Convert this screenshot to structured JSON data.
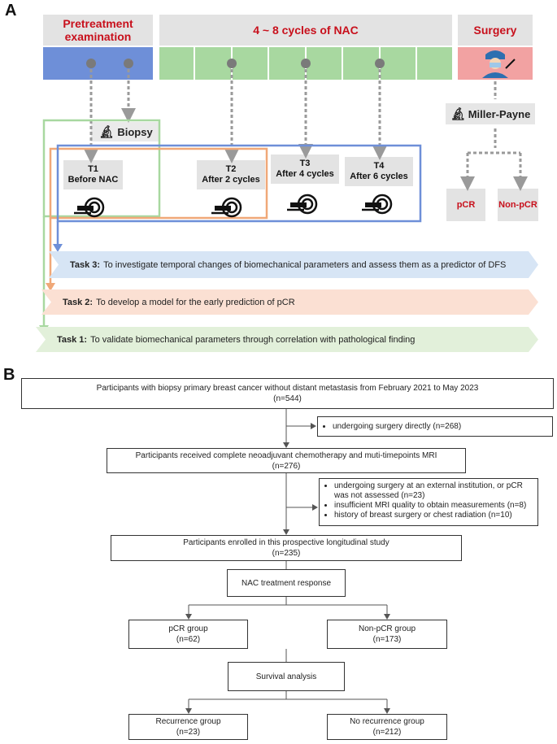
{
  "panel_a": {
    "letter": "A",
    "header_pre": "Pretreatment\nexamination",
    "header_nac": "4 ~ 8 cycles of NAC",
    "header_surgery": "Surgery",
    "biopsy_label": "Biopsy",
    "miller_payne_label": "Miller-Payne",
    "timepoints": [
      {
        "id": "T1",
        "desc": "Before NAC"
      },
      {
        "id": "T2",
        "desc": "After 2 cycles"
      },
      {
        "id": "T3",
        "desc": "After 4 cycles"
      },
      {
        "id": "T4",
        "desc": "After 6 cycles"
      }
    ],
    "outcomes": [
      "pCR",
      "Non-pCR"
    ],
    "tasks": [
      {
        "label": "Task 3:",
        "text": "To investigate temporal changes of biomechanical parameters and assess them as a predictor of DFS"
      },
      {
        "label": "Task 2:",
        "text": "To develop a model for the early prediction of pCR"
      },
      {
        "label": "Task 1:",
        "text": "To validate biomechanical parameters through correlation with pathological finding"
      }
    ],
    "colors": {
      "blue": "#6e8fd8",
      "green": "#a8d8a0",
      "red_bg": "#f2a2a2",
      "orange": "#f0a878",
      "header_red": "#c8101c"
    },
    "icons": [
      "surgeon-icon",
      "microscope-icon",
      "mri-scanner-icon"
    ]
  },
  "panel_b": {
    "letter": "B",
    "box1": {
      "line1": "Participants with biopsy primary breast cancer without distant metastasis from February 2021 to May 2023",
      "line2": "(n=544)"
    },
    "excl1": [
      "undergoing surgery directly (n=268)"
    ],
    "box2": {
      "line1": "Participants received complete neoadjuvant chemotherapy and muti-timepoints MRI",
      "line2": "(n=276)"
    },
    "excl2": [
      "undergoing surgery at an external institution, or pCR was not assessed (n=23)",
      "insufficient MRI quality to obtain measurements (n=8)",
      "history of breast surgery or chest radiation (n=10)"
    ],
    "box3": {
      "line1": "Participants enrolled in this prospective longitudinal study",
      "line2": "(n=235)"
    },
    "box4": "NAC treatment response",
    "box5": {
      "line1": "pCR group",
      "line2": "(n=62)"
    },
    "box6": {
      "line1": "Non-pCR group",
      "line2": "(n=173)"
    },
    "box7": "Survival analysis",
    "box8": {
      "line1": "Recurrence group",
      "line2": "(n=23)"
    },
    "box9": {
      "line1": "No recurrence group",
      "line2": "(n=212)"
    }
  }
}
